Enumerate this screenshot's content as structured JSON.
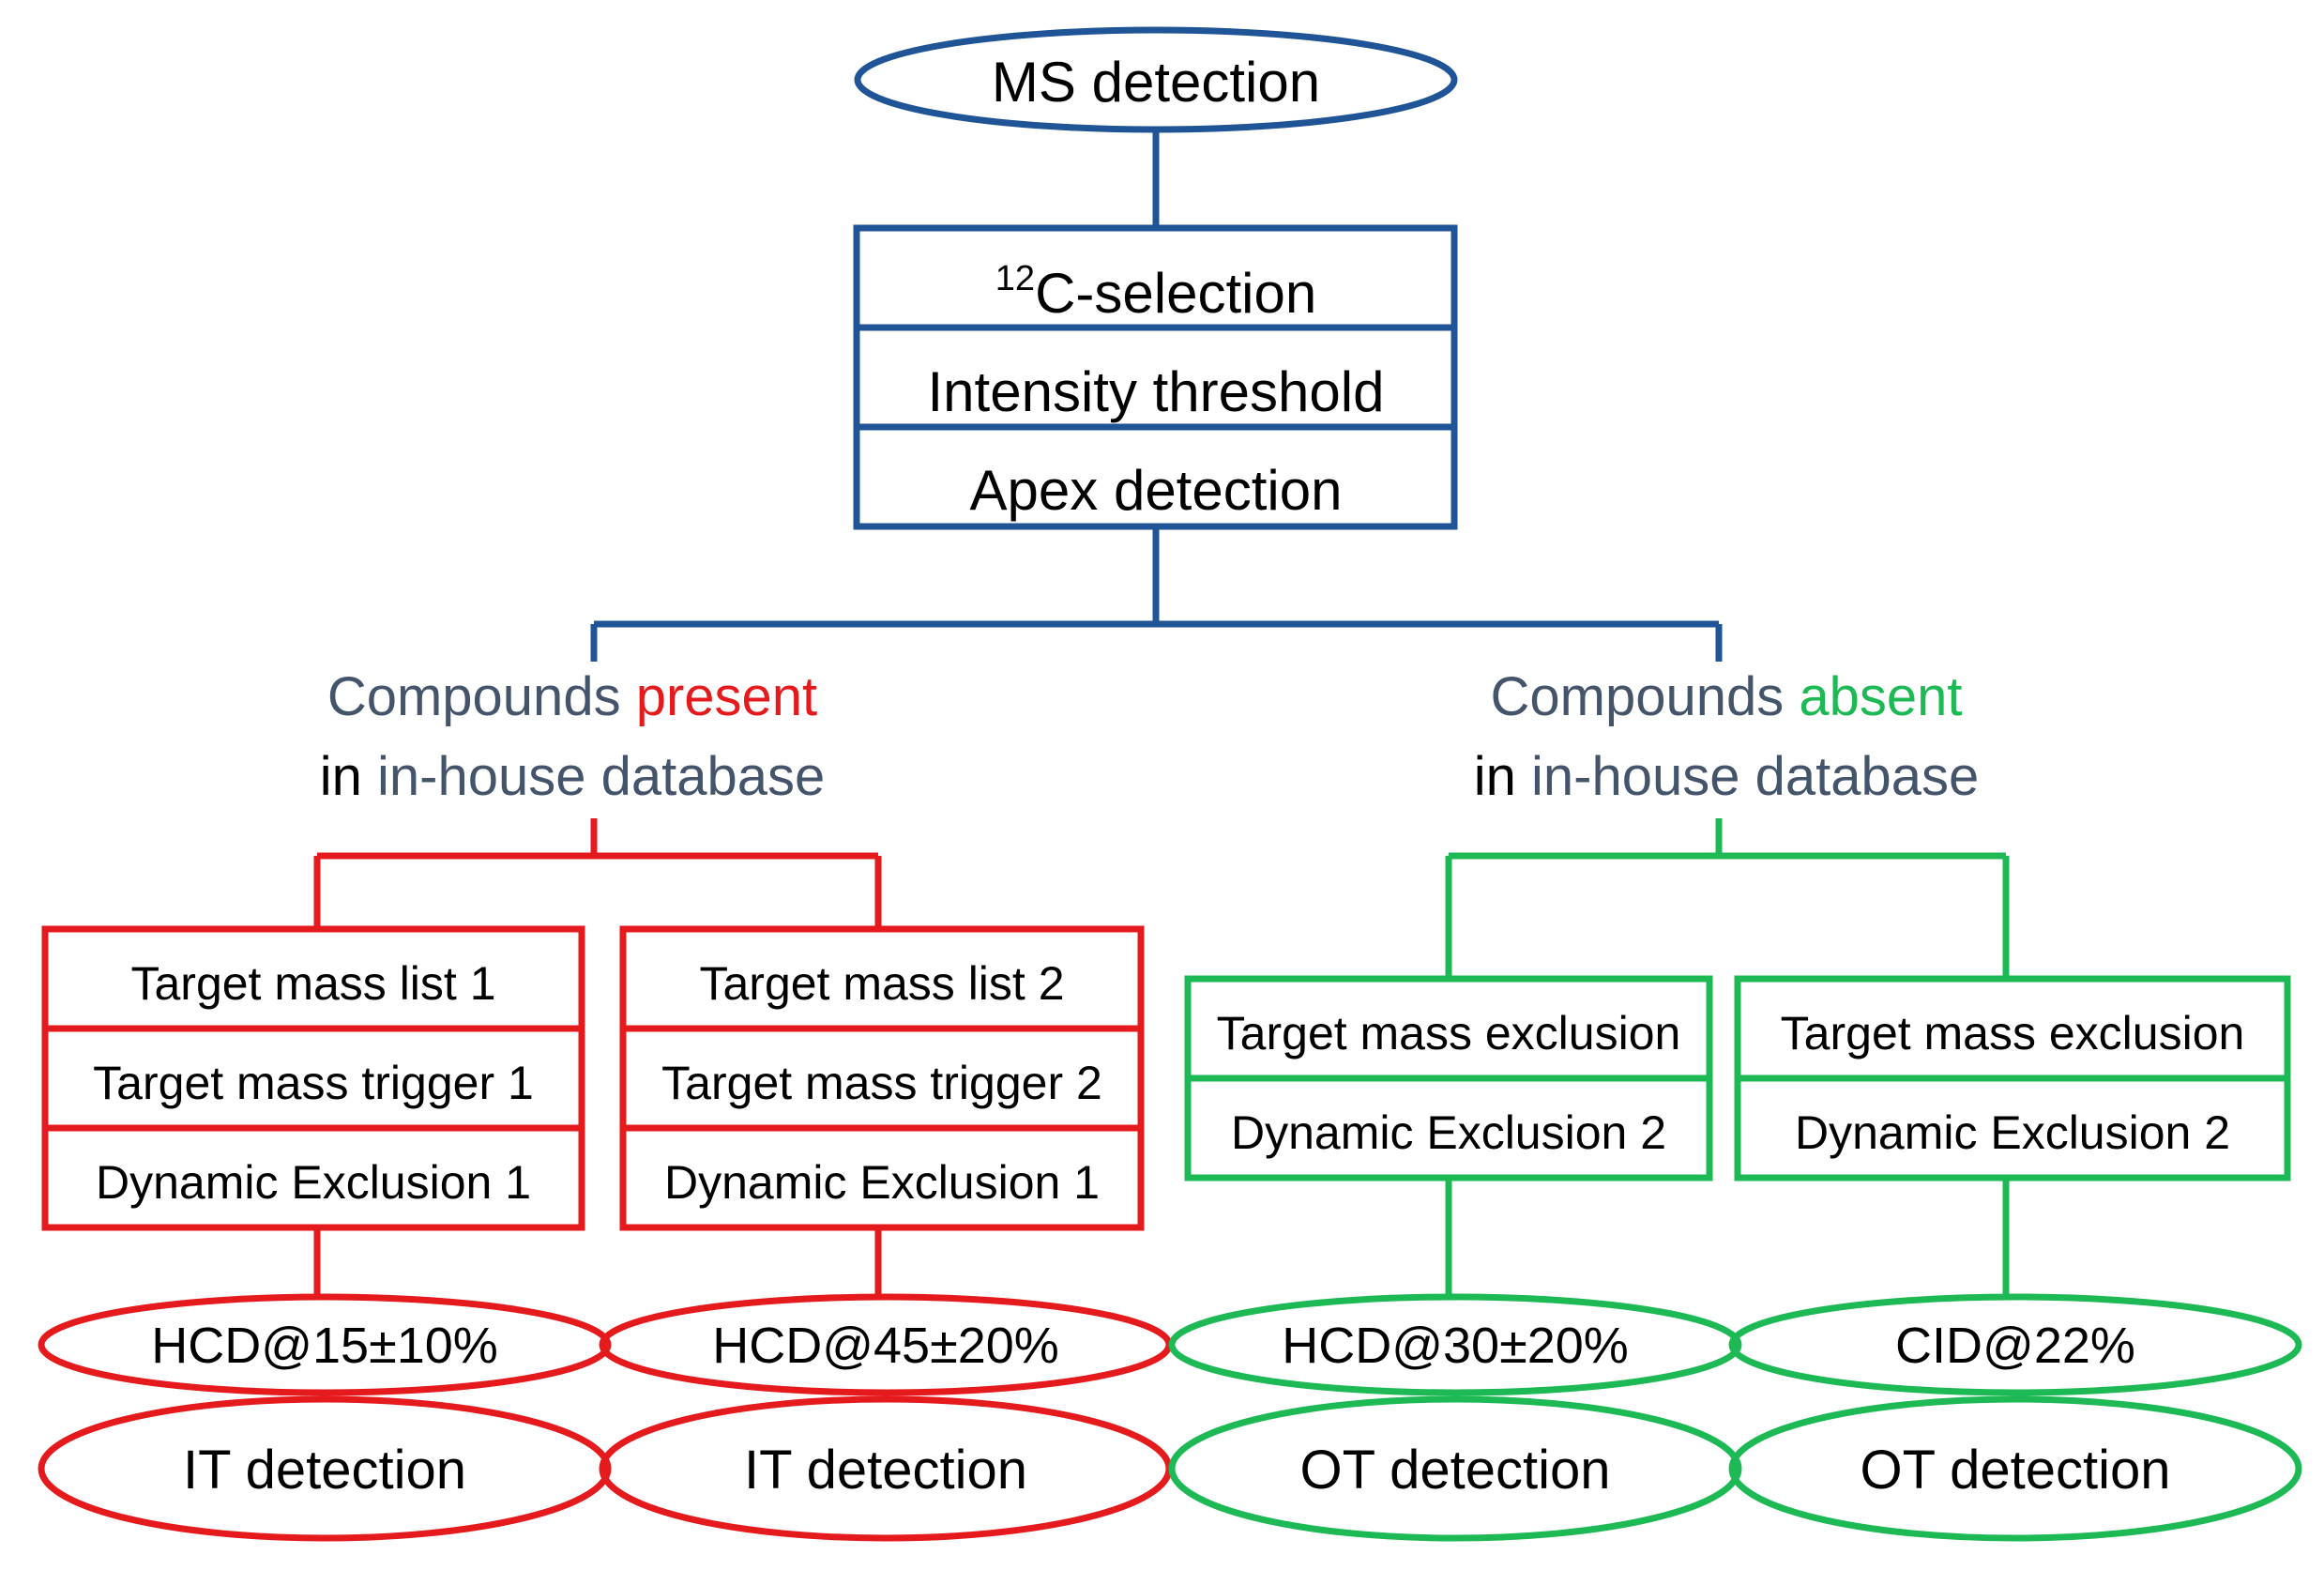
{
  "colors": {
    "blue": "#1f5597",
    "red": "#e41a1c",
    "green": "#1db954",
    "slate": "#44546a",
    "black": "#000000"
  },
  "top": {
    "ms_detection": "MS detection",
    "selection_sup": "12",
    "selection": "C-selection",
    "intensity": "Intensity threshold",
    "apex": "Apex detection"
  },
  "left_group": {
    "prefix": "Compounds ",
    "status": "present",
    "in": "in ",
    "database": "in-house database"
  },
  "right_group": {
    "prefix": "Compounds ",
    "status": "absent",
    "in": "in ",
    "database": "in-house database"
  },
  "red_box_1": [
    "Target mass list 1",
    "Target mass trigger 1",
    "Dynamic Exclusion 1"
  ],
  "red_box_2": [
    "Target mass list 2",
    "Target mass trigger 2",
    "Dynamic Exclusion 1"
  ],
  "green_box_1": [
    "Target mass exclusion",
    "Dynamic Exclusion 2"
  ],
  "green_box_2": [
    "Target mass exclusion",
    "Dynamic Exclusion 2"
  ],
  "fragmentation": [
    "HCD@15±10%",
    "HCD@45±20%",
    "HCD@30±20%",
    "CID@22%"
  ],
  "detection": [
    "IT detection",
    "IT detection",
    "OT detection",
    "OT detection"
  ]
}
